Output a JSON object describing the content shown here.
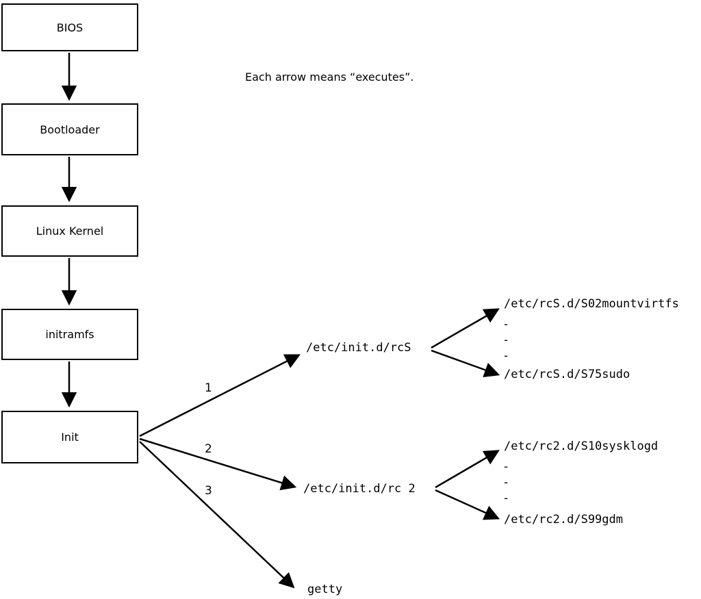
{
  "caption": "Each arrow means “executes”.",
  "boxes": [
    {
      "label": "BIOS"
    },
    {
      "label": "Bootloader"
    },
    {
      "label": "Linux Kernel"
    },
    {
      "label": "initramfs"
    },
    {
      "label": "Init"
    }
  ],
  "branches": [
    {
      "number": "1",
      "target": "/etc/init.d/rcS"
    },
    {
      "number": "2",
      "target": "/etc/init.d/rc 2"
    },
    {
      "number": "3",
      "target": "getty"
    }
  ],
  "rcS_scripts": {
    "first": "/etc/rcS.d/S02mountvirtfs",
    "last": "/etc/rcS.d/S75sudo",
    "ellipsis": [
      "-",
      "-",
      "-"
    ]
  },
  "rc2_scripts": {
    "first": "/etc/rc2.d/S10sysklogd",
    "last": "/etc/rc2.d/S99gdm",
    "ellipsis": [
      "-",
      "-",
      "-"
    ]
  }
}
